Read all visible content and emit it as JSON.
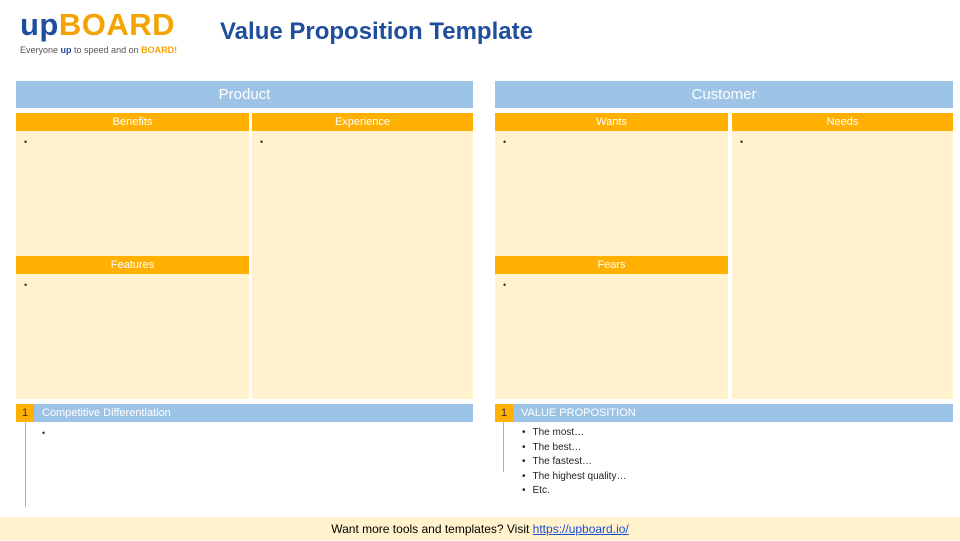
{
  "logo": {
    "part1": "up",
    "part2": "BOARD",
    "tagline_pre": "Everyone ",
    "tagline_up": "up",
    "tagline_mid": " to speed and on ",
    "tagline_board": "BOARD!"
  },
  "page_title": "Value Proposition Template",
  "product": {
    "header": "Product",
    "benefits": {
      "label": "Benefits",
      "bullet": "•"
    },
    "experience": {
      "label": "Experience",
      "bullet": "•"
    },
    "features": {
      "label": "Features",
      "bullet": "•"
    },
    "differentiation": {
      "number": "1",
      "label": "Competitive Differentiation",
      "bullet": "•"
    }
  },
  "customer": {
    "header": "Customer",
    "wants": {
      "label": "Wants",
      "bullet": "•"
    },
    "needs": {
      "label": "Needs",
      "bullet": "•"
    },
    "fears": {
      "label": "Fears",
      "bullet": "•"
    },
    "value_proposition": {
      "number": "1",
      "label": "VALUE PROPOSITION",
      "items": [
        "The most…",
        "The best…",
        "The fastest…",
        "The highest quality…",
        "Etc."
      ]
    }
  },
  "footer": {
    "text": "Want more tools and templates? Visit ",
    "link": "https://upboard.io/"
  },
  "colors": {
    "blue_header": "#9dc3e6",
    "orange_header": "#ffb000",
    "cell_fill": "#fff2cc",
    "title_blue": "#1f4e9c"
  }
}
